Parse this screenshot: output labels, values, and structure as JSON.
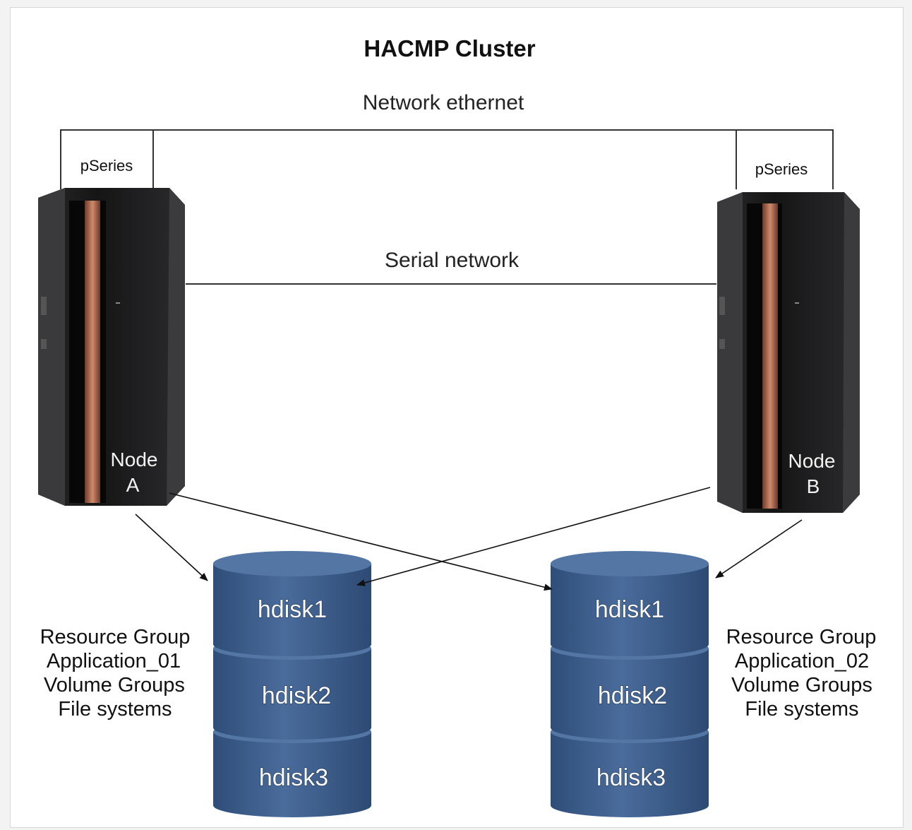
{
  "title": "HACMP Cluster",
  "networks": {
    "ethernet": "Network ethernet",
    "serial": "Serial network"
  },
  "nodes": [
    {
      "platform": "pSeries",
      "label_line1": "Node",
      "label_line2": "A"
    },
    {
      "platform": "pSeries",
      "label_line1": "Node",
      "label_line2": "B"
    }
  ],
  "disk_stacks": [
    {
      "disks": [
        "hdisk1",
        "hdisk2",
        "hdisk3"
      ]
    },
    {
      "disks": [
        "hdisk1",
        "hdisk2",
        "hdisk3"
      ]
    }
  ],
  "resource_groups": [
    {
      "lines": [
        "Resource Group",
        "Application_01",
        "Volume Groups",
        "File systems"
      ]
    },
    {
      "lines": [
        "Resource Group",
        "Application_02",
        "Volume Groups",
        "File systems"
      ]
    }
  ],
  "colors": {
    "disk_body": "#3e5f8e",
    "disk_top": "#5476a5",
    "server_body": "#1c1c1e",
    "server_stripe": "#c07a5c"
  }
}
